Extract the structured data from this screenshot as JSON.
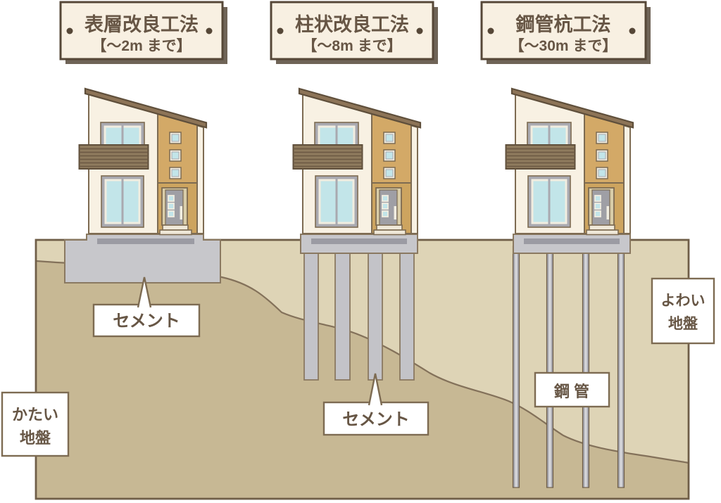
{
  "signs": [
    {
      "title": "表層改良工法",
      "subtitle": "【～2m まで】"
    },
    {
      "title": "柱状改良工法",
      "subtitle": "【～8m まで】"
    },
    {
      "title": "鋼管杭工法",
      "subtitle": "【～30m まで】"
    }
  ],
  "bubbles": {
    "cement_left": "セメント",
    "cement_middle": "セメント"
  },
  "labels": {
    "steel_pipe": "鋼 管",
    "hard_ground_line1": "かたい",
    "hard_ground_line2": "地盤",
    "weak_ground_line1": "よわい",
    "weak_ground_line2": "地盤"
  },
  "colors": {
    "sign_bg": "#f8f0e2",
    "sign_border": "#564737",
    "sign_shadow": "#6f6457",
    "text_brown": "#675645",
    "outline_brown": "#7d6b52",
    "soil_weak": "#ded4b6",
    "soil_hard": "#c7b894",
    "concrete_gray": "#c7c7cb",
    "house_wall_cream": "#f8f1e3",
    "house_accent_tan": "#d3a967",
    "roof_brown": "#8d7457",
    "window_blue": "#c2e5e9"
  }
}
